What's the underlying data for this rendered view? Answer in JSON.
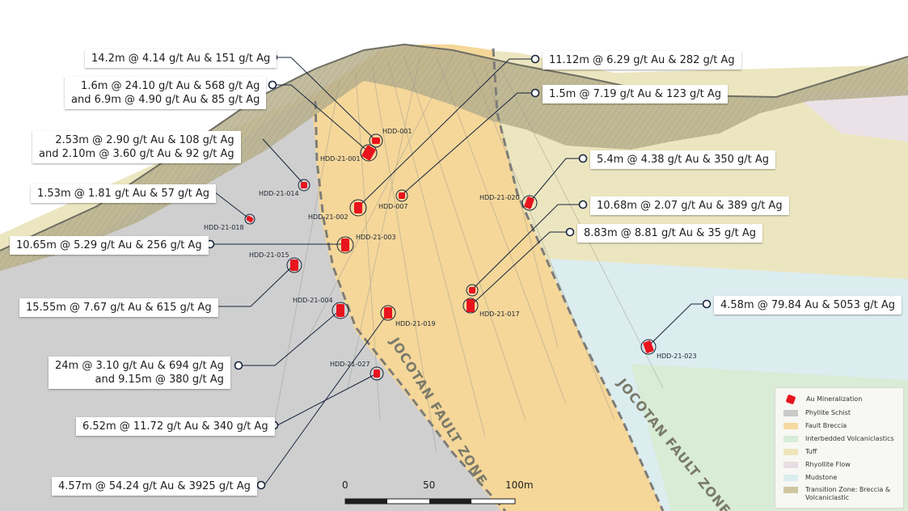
{
  "labels": {
    "l1": [
      "14.2m @ 4.14 g/t Au & 151 g/t Ag"
    ],
    "l2": [
      "1.6m @ 24.10 g/t Au & 568 g/t Ag",
      "and 6.9m @ 4.90 g/t Au & 85 g/t Ag"
    ],
    "l3": [
      "2.53m @ 2.90 g/t Au & 108 g/t Ag",
      "and 2.10m @ 3.60 g/t Au & 92 g/t Ag"
    ],
    "l4": [
      "1.53m @ 1.81 g/t Au & 57 g/t Ag"
    ],
    "l5": [
      "10.65m @ 5.29 g/t Au & 256 g/t Ag"
    ],
    "l6": [
      "15.55m @ 7.67 g/t Au & 615 g/t Ag"
    ],
    "l7": [
      "24m @ 3.10 g/t Au & 694 g/t Ag",
      "and 9.15m @ 380 g/t Ag"
    ],
    "l8": [
      "6.52m @ 11.72 g/t Au & 340 g/t Ag"
    ],
    "l9": [
      "4.57m @ 54.24 g/t Au & 3925 g/t Ag"
    ],
    "r1": [
      "11.12m @ 6.29 g/t Au & 282 g/t Ag"
    ],
    "r2": [
      "1.5m @ 7.19 g/t Au & 123 g/t Ag"
    ],
    "r3": [
      "5.4m @ 4.38 g/t Au & 350 g/t Ag"
    ],
    "r4": [
      "10.68m @ 2.07 g/t Au & 389 g/t Ag"
    ],
    "r5": [
      "8.83m @ 8.81 g/t Au & 35 g/t Ag"
    ],
    "r6": [
      "4.58m @ 79.84 Au & 5053 g/t Ag"
    ]
  },
  "drillholes": {
    "hdd001": "HDD-001",
    "hdd21_001": "HDD-21-001",
    "hdd21_014": "HDD-21-014",
    "hdd21_018": "HDD-21-018",
    "hdd21_002": "HDD-21-002",
    "hdd007": "HDD-007",
    "hdd21_003": "HDD-21-003",
    "hdd21_015": "HDD-21-015",
    "hdd21_004": "HDD-21-004",
    "hdd21_019": "HDD-21-019",
    "hdd21_027": "HDD-21-027",
    "hdd21_020": "HDD-21-020",
    "hdd21_017": "HDD-21-017",
    "hdd21_023": "HDD-21-023"
  },
  "fault_zone": {
    "left": "JOCOTAN FAULT ZONE",
    "right": "JOCOTAN FAULT ZONE"
  },
  "scale": {
    "zero": "0",
    "mid": "50",
    "end": "100m"
  },
  "legend": {
    "items": [
      {
        "label": "Au Mineralization",
        "color": "#e8141e"
      },
      {
        "label": "Phyllite Schist",
        "color": "#c9c9c9"
      },
      {
        "label": "Fault Breccia",
        "color": "#f5d9a0"
      },
      {
        "label": "Interbedded Volcaniclastics",
        "color": "#d7ecd9"
      },
      {
        "label": "Tuff",
        "color": "#eee6bb"
      },
      {
        "label": "Rhyollite Flow",
        "color": "#e8dde2"
      },
      {
        "label": "Mudstone",
        "color": "#dcedef"
      },
      {
        "label": "Transition Zone: Breccia & Volcaniclastic",
        "color": "#cfc6a0"
      }
    ]
  },
  "colors": {
    "phyllite": "#cfcfcf",
    "breccia": "#f5d79a",
    "tuff": "#ece6c0",
    "mudstone": "#dcedf0",
    "volcaniclastic": "#d8ecd6",
    "rhyolite": "#ebe2e8",
    "transition": "#b9b08c",
    "mineral": "#e8141e",
    "leader": "#16243a"
  }
}
